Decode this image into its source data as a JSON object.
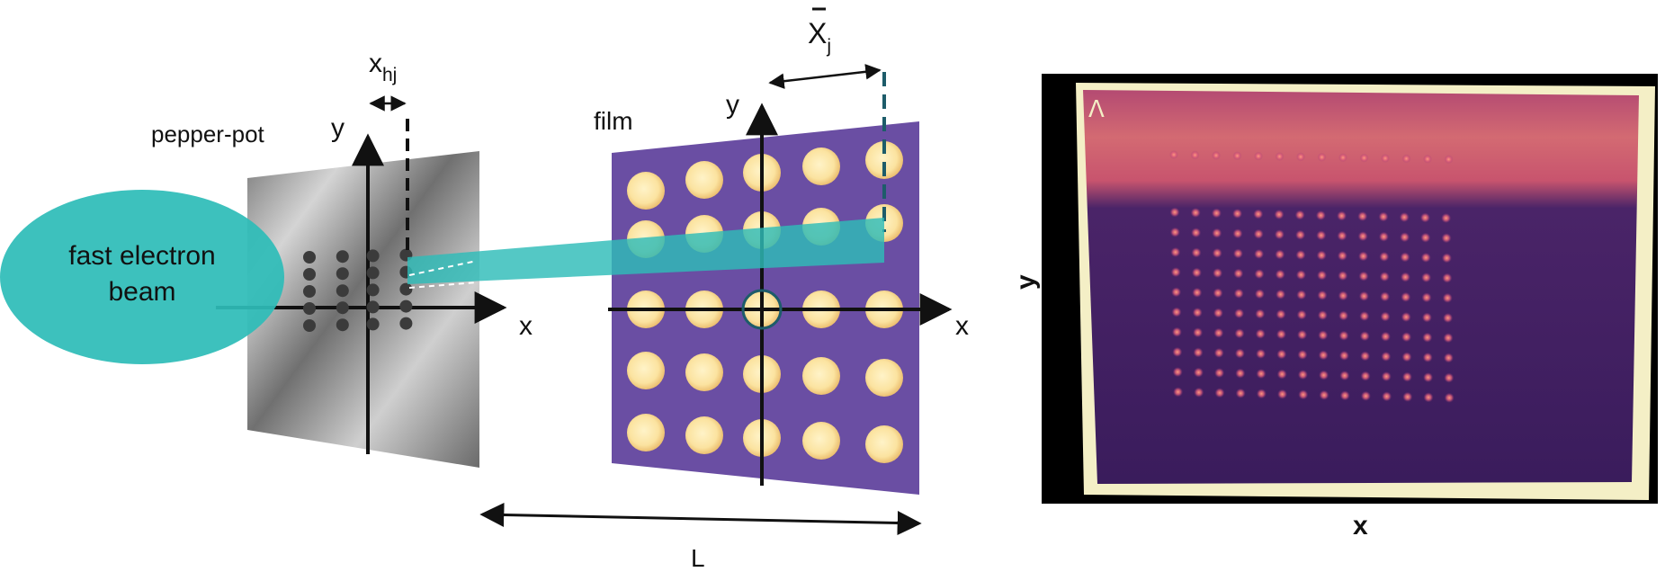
{
  "labels": {
    "beam": [
      "fast electron",
      "beam"
    ],
    "pepper_pot": "pepper-pot",
    "film": "film",
    "axis_x": "x",
    "axis_y": "y",
    "x_hj_main": "x",
    "x_hj_sub": "hj",
    "X_bar_main": "X",
    "X_bar_sub": "j",
    "distance": "L",
    "photo_x": "x",
    "photo_y": "y"
  },
  "colors": {
    "beam": "#2ebcb8",
    "film": "#6a4ea3",
    "spot_fill": "#fbe6a6",
    "spot_glow": "#f1c874",
    "plate_dark": "#6e6e6e",
    "plate_light": "#c9c9c9",
    "hole": "#3b3b3b",
    "photo_border": "#000000",
    "photo_edge": "#f4efc6",
    "photo_top": "#c4506e",
    "photo_bottom": "#3b1f5e",
    "photo_spot": "#e8707a"
  },
  "grid": {
    "pepper_pot_holes": {
      "rows": 5,
      "cols": 4
    },
    "film_spots": {
      "rows": 5,
      "cols": 5
    },
    "photo_spots": {
      "rows": 10,
      "cols": 14
    }
  }
}
